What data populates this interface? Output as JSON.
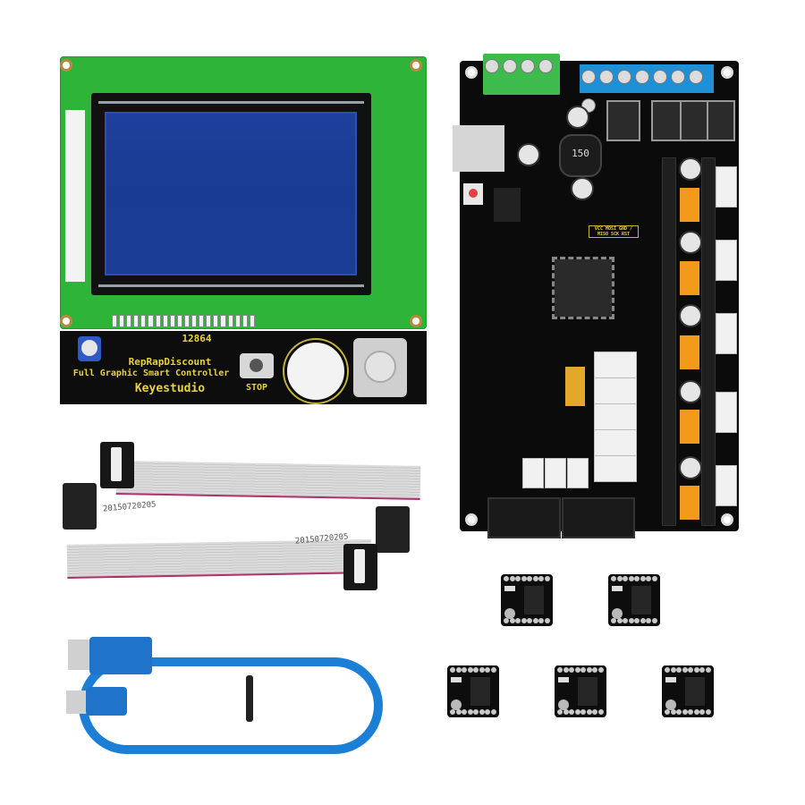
{
  "scene": {
    "description": "3D printer controller kit product photo on white background",
    "background_color": "#ffffff"
  },
  "lcd_module": {
    "label_model": "12864",
    "brand_line1": "RepRapDiscount",
    "brand_line2": "Full Graphic Smart Controller",
    "maker": "Keyestudio",
    "stop_label": "STOP",
    "pcb_color": "#2fb43a",
    "screen_color": "#1e3f9c",
    "text_color": "#e8d23a"
  },
  "main_board": {
    "inductor_label": "150",
    "header_label": "VCC MOSI GND / MISO SCK RST",
    "pcb_color": "#0b0b0b",
    "green_terminal_color": "#3dbb4d",
    "blue_terminal_color": "#1e90d8",
    "driver_slots": 5
  },
  "ribbon_cables": {
    "count": 2,
    "print_text": "20150720205"
  },
  "usb_cable": {
    "color": "#1c7fd6",
    "connectors": [
      "USB-A",
      "USB-B"
    ]
  },
  "stepper_drivers": {
    "count": 5
  }
}
